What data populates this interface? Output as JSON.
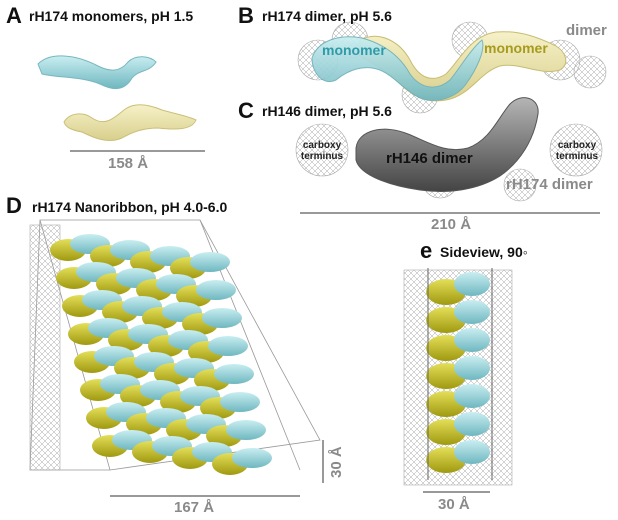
{
  "panels": {
    "a": {
      "letter": "A",
      "title": "rH174 monomers, pH 1.5",
      "scale": "158 Å"
    },
    "b": {
      "letter": "B",
      "title": "rH174 dimer, pH 5.6",
      "label_monomer_left": "monomer",
      "label_monomer_right": "monomer",
      "label_dimer": "dimer"
    },
    "c": {
      "letter": "C",
      "title": "rH146 dimer, pH 5.6",
      "label_main": "rH146 dimer",
      "label_ghost": "rH174 dimer",
      "carboxy_left_1": "carboxy",
      "carboxy_left_2": "terminus",
      "carboxy_right_1": "carboxy",
      "carboxy_right_2": "terminus",
      "scale": "210 Å"
    },
    "d": {
      "letter": "D",
      "title": "rH174 Nanoribbon, pH 4.0-6.0",
      "scale_horizontal": "167 Å",
      "scale_vertical": "30 Å"
    },
    "e": {
      "letter": "e",
      "title": "Sideview, 90◦",
      "scale": "30 Å"
    }
  },
  "colors": {
    "cyan": "#8fd0d6",
    "yellow": "#c9c21e",
    "pale_yellow": "#e9e2a8",
    "gray": "#6f6f6f",
    "mesh": "#9a9a9a"
  }
}
